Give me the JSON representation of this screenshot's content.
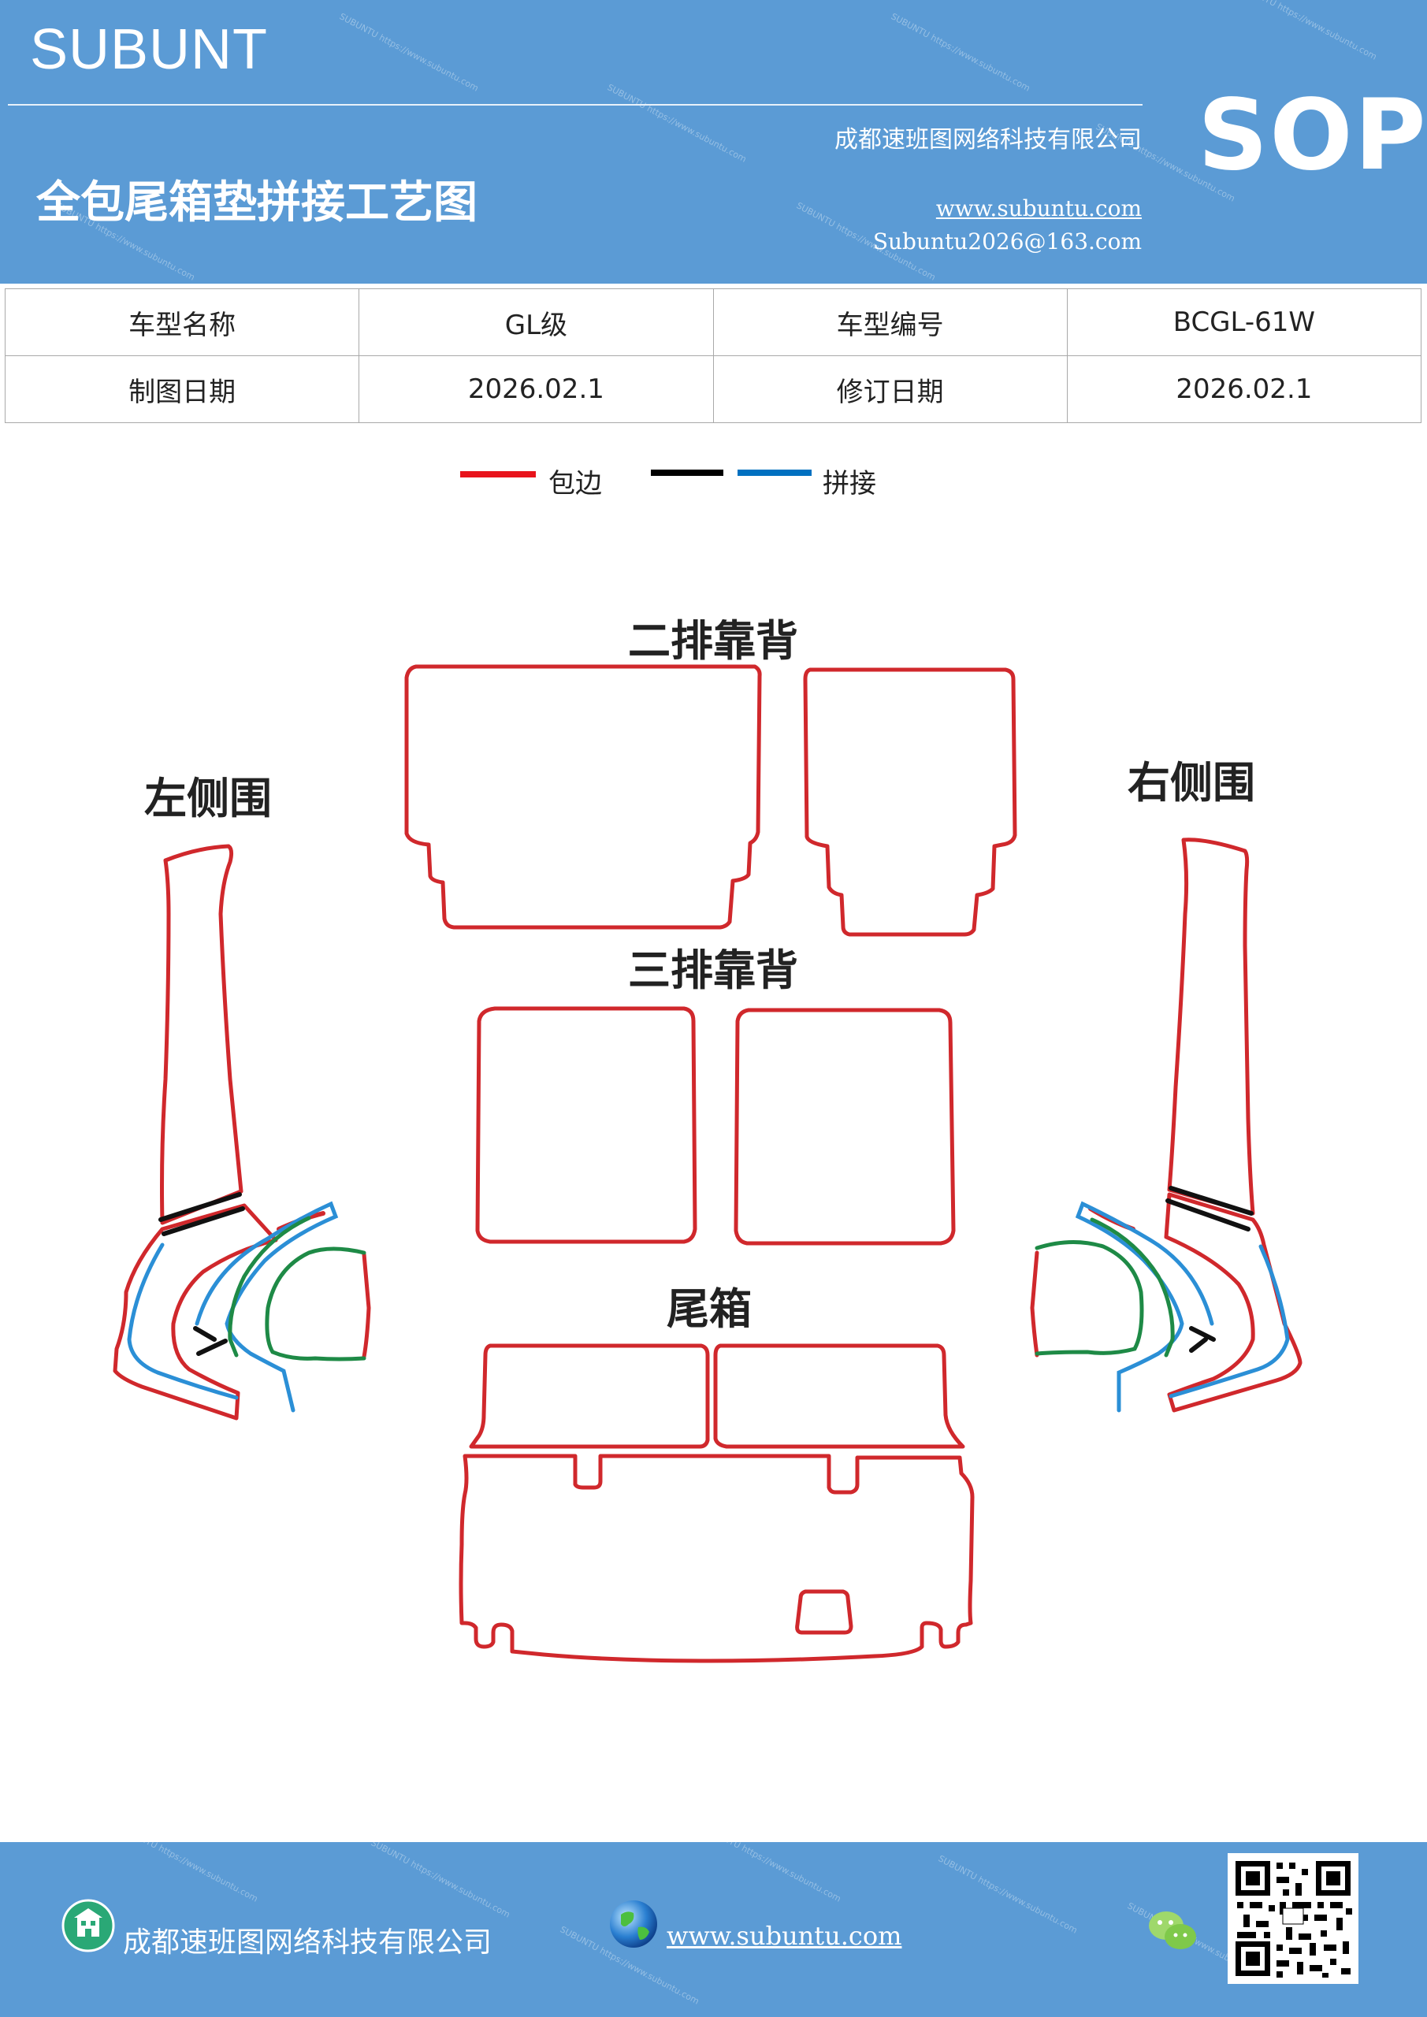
{
  "header": {
    "brand": "SUBUNT",
    "title": "全包尾箱垫拼接工艺图",
    "company": "成都速班图网络科技有限公司",
    "website": "www.subuntu.com",
    "email": "Subuntu2026@163.com",
    "badge": "SOP"
  },
  "info_table": {
    "row1": [
      "车型名称",
      "GL级",
      "车型编号",
      "BCGL-61W"
    ],
    "row2": [
      "制图日期",
      "2026.02.1",
      "修订日期",
      "2026.02.1"
    ]
  },
  "legend": {
    "items": [
      {
        "color": "#e8141c",
        "label": "包边"
      },
      {
        "color": "#000000",
        "label": ""
      },
      {
        "color": "#0070c0",
        "label": "拼接"
      }
    ]
  },
  "diagram": {
    "labels": {
      "second_row": "二排靠背",
      "third_row": "三排靠背",
      "trunk": "尾箱",
      "left_side": "左侧围",
      "right_side": "右侧围"
    },
    "colors": {
      "edge": "#d0282c",
      "seam_black": "#111111",
      "seam_blue": "#2b8fd6",
      "green": "#1e8a46"
    }
  },
  "footer": {
    "company": "成都速班图网络科技有限公司",
    "website": "www.subuntu.com"
  }
}
